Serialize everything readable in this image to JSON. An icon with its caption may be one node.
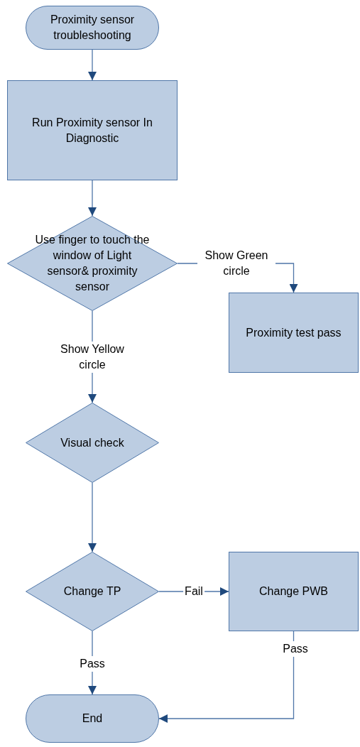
{
  "diagram": {
    "nodes": [
      {
        "text": [
          "Proximity sensor troubleshooting"
        ]
      },
      {
        "text": [
          "Run Proximity sensor In Diagnostic"
        ]
      },
      {
        "text": [
          "Use finger to touch the window of Light sensor& proximity sensor"
        ]
      },
      {
        "text": [
          "Proximity test pass"
        ]
      },
      {
        "text": [
          "Visual check"
        ]
      },
      {
        "text": [
          "Change TP"
        ]
      },
      {
        "text": [
          "Change PWB"
        ]
      },
      {
        "text": [
          "End"
        ]
      }
    ],
    "edges": [
      {
        "from": 0,
        "to": 1,
        "arrow": "to"
      },
      {
        "from": 1,
        "to": 2,
        "arrow": "to"
      },
      {
        "from": 2,
        "to": 3,
        "arrow": "to",
        "label": "Show Green circle"
      },
      {
        "from": 2,
        "to": 4,
        "arrow": "to",
        "label": "Show Yellow circle"
      },
      {
        "from": 4,
        "to": 5,
        "arrow": "to"
      },
      {
        "from": 5,
        "to": 6,
        "arrow": "to",
        "label": "Fail"
      },
      {
        "from": 5,
        "to": 7,
        "arrow": "to",
        "label": "Pass"
      },
      {
        "from": 6,
        "to": 7,
        "arrow": "to",
        "label": "Pass"
      }
    ]
  }
}
